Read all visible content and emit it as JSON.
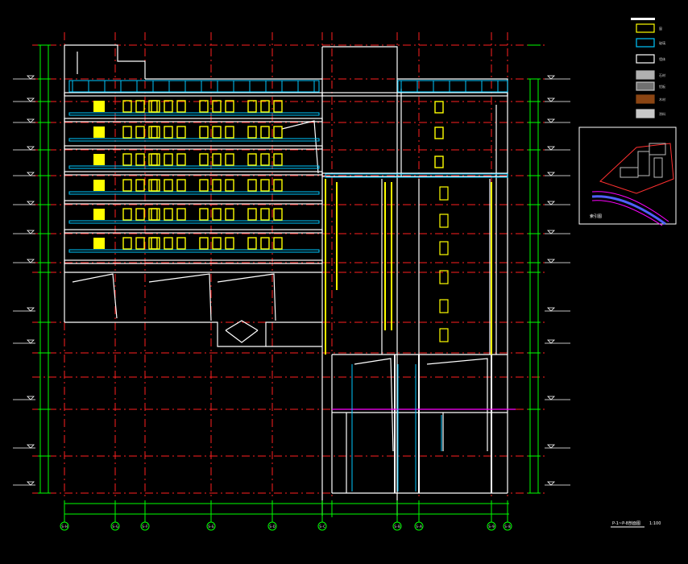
{
  "drawing": {
    "title": "P-1~P-8剖面图",
    "scale": "1:100",
    "colors": {
      "background": "#000000",
      "grid": "#ff2020",
      "outline": "#ffffff",
      "window": "#ffff00",
      "glass": "#00c8ff",
      "dimension": "#00ff00",
      "magenta": "#ff00ff"
    }
  },
  "axes": {
    "bottom_labels": [
      "S-H",
      "S-G",
      "S-F",
      "S-E",
      "S-D",
      "S-C",
      "S-B",
      "S-A",
      "S-9",
      "S-8"
    ]
  },
  "legend": {
    "items": [
      {
        "label": "窗",
        "swatch": "window-yellow"
      },
      {
        "label": "玻璃",
        "swatch": "glass-blue"
      },
      {
        "label": "墙体",
        "swatch": "outline"
      },
      {
        "label": "石材",
        "swatch": "gray"
      },
      {
        "label": "铝板",
        "swatch": "dotted-gray"
      },
      {
        "label": "木材",
        "swatch": "brown"
      },
      {
        "label": "涂料",
        "swatch": "light-gray"
      }
    ]
  },
  "keyplan": {
    "label": "索引图"
  }
}
